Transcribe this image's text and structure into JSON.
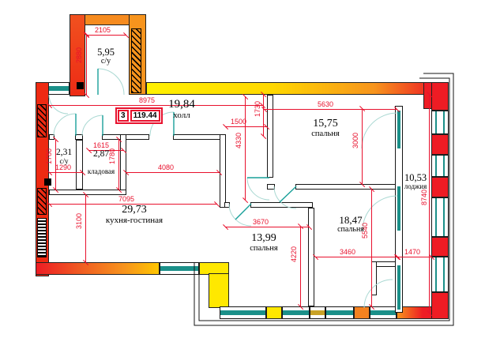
{
  "plan_badge": {
    "number": "3",
    "total_area": "119.44"
  },
  "rooms": {
    "bath_top": {
      "area": "5,95",
      "name": "с/у"
    },
    "hall": {
      "area": "19,84",
      "name": "холл"
    },
    "bedroom_top": {
      "area": "15,75",
      "name": "спальня"
    },
    "wc": {
      "area": "2,31",
      "name": "с/у"
    },
    "storage": {
      "area": "2,87",
      "name": "кладовая"
    },
    "kitchen": {
      "area": "29,73",
      "name": "кухня-гостиная"
    },
    "bedroom_bottom": {
      "area": "13,99",
      "name": "спальня"
    },
    "bedroom_right": {
      "area": "18,47",
      "name": "спальня"
    },
    "loggia": {
      "area": "10,53",
      "name": "лоджия"
    }
  },
  "dimensions_mm": {
    "bath_width": "2105",
    "bath_depth": "2880",
    "hall_width": "8975",
    "hall_depth": "1730",
    "bedroom_top_width": "5630",
    "bedroom_top_depth": "3000",
    "corridor_width": "1500",
    "corridor_depth": "4330",
    "storage_width": "1615",
    "wc_depth": "1780",
    "wc_width": "1290",
    "storage_depth": "1780",
    "kitchen_upper_width": "4080",
    "kitchen_width": "7095",
    "kitchen_depth": "3100",
    "bedroom_bottom_width": "3670",
    "bedroom_bottom_depth": "4220",
    "bedroom_right_depth": "5540",
    "bedroom_right_width": "3460",
    "loggia_width": "1470",
    "loggia_depth": "8740"
  },
  "colors": {
    "wall_hot": "#ee1c24",
    "wall_warm": "#f7941d",
    "wall_cool": "#ffe800",
    "window_glass": "#1b9089",
    "dimension_red": "#e8112d",
    "door_arc": "#a9d8d2"
  }
}
